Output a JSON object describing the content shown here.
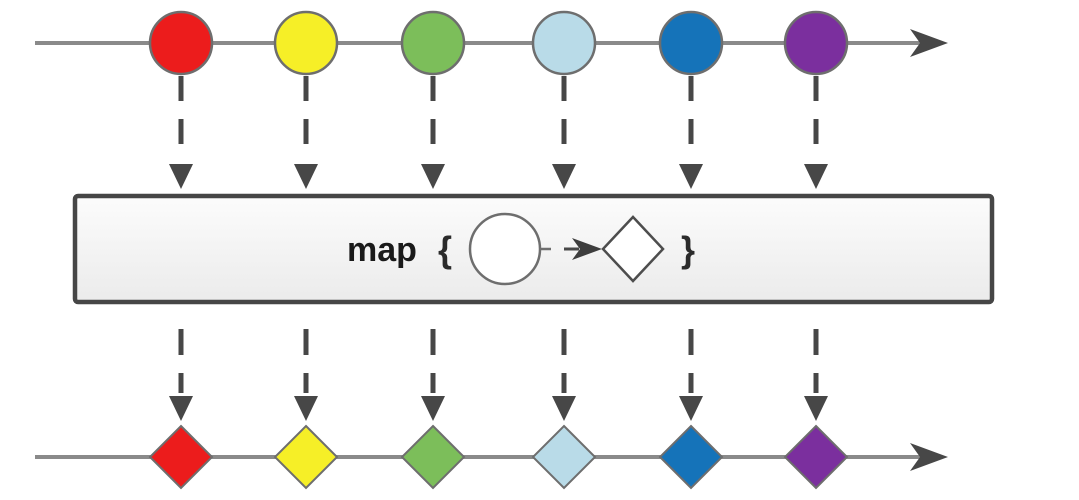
{
  "diagram": {
    "kind": "marble-diagram-map-operator",
    "operator_box": {
      "label": "map",
      "open_brace": "{",
      "close_brace": "}"
    },
    "marbles": [
      {
        "id": "red",
        "color": "#ec1c1c"
      },
      {
        "id": "yellow",
        "color": "#f6ef27"
      },
      {
        "id": "green",
        "color": "#7cbe5a"
      },
      {
        "id": "light-blue",
        "color": "#b9dbe8"
      },
      {
        "id": "blue",
        "color": "#1573b9"
      },
      {
        "id": "purple",
        "color": "#7b2f9e"
      }
    ],
    "styles": {
      "timeline_color": "#8a8a8a",
      "arrow_color": "#474747",
      "marble_outline": "#6e6e6e",
      "box_border": "#464646",
      "box_fill_top": "#fcfcfc",
      "box_fill_bottom": "#ebebeb",
      "shape_fill": "#ffffff",
      "label_color": "#1a1a1a"
    }
  }
}
